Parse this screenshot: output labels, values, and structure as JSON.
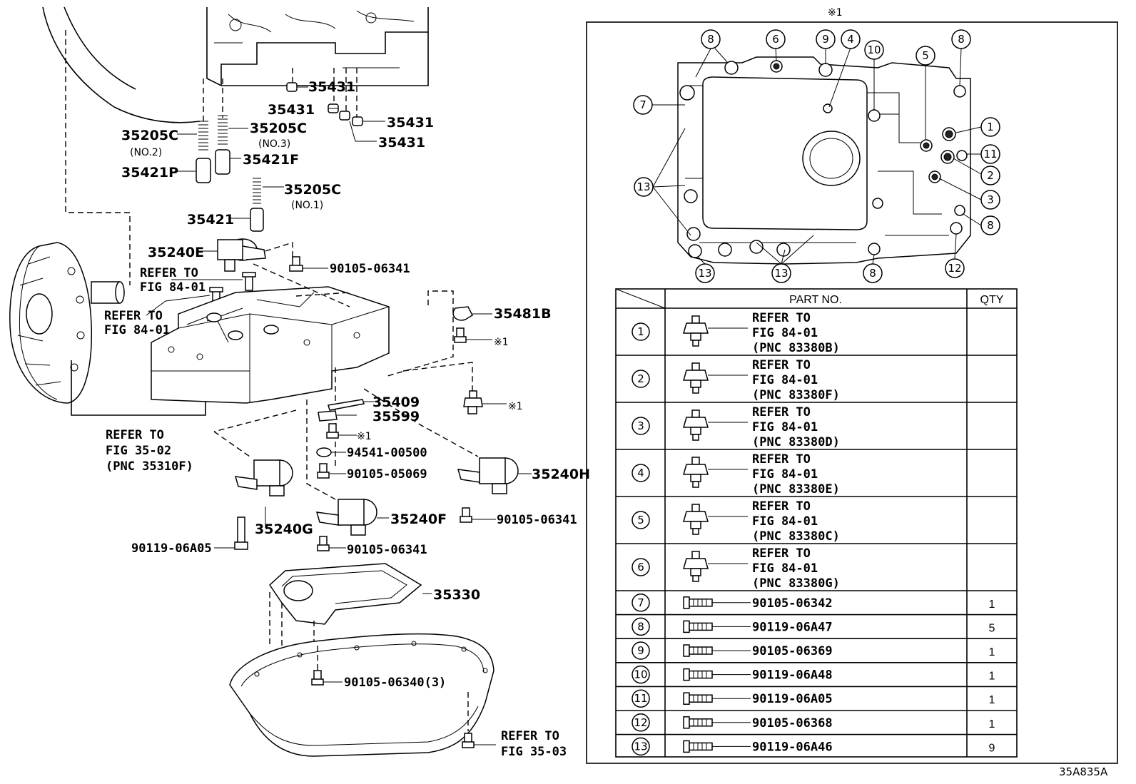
{
  "labels": {
    "p35431_a": "35431",
    "p35431_b": "35431",
    "p35431_c": "35431",
    "p35431_d": "35431",
    "p35205c_no2": "35205C",
    "no2": "(NO.2)",
    "p35205c_no3": "35205C",
    "no3": "(NO.3)",
    "p35421p": "35421P",
    "p35421f": "35421F",
    "p35205c_no1": "35205C",
    "no1": "(NO.1)",
    "p35421": "35421",
    "p35240e": "35240E",
    "b90105_06341_a": "90105-06341",
    "ref84_a_1": "REFER TO",
    "ref84_a_2": "FIG 84-01",
    "ref84_b_1": "REFER TO",
    "ref84_b_2": "FIG 84-01",
    "p35481b": "35481B",
    "star1_a": "※1",
    "star1_b": "※1",
    "star1_c": "※1",
    "p35409": "35409",
    "p35599": "35599",
    "p94541": "94541-00500",
    "b90105_05069": "90105-05069",
    "ref35_02_1": "REFER TO",
    "ref35_02_2": "FIG 35-02",
    "ref35_02_3": "(PNC 35310F)",
    "p35240h": "35240H",
    "b90105_06341_b": "90105-06341",
    "p35240g": "35240G",
    "p35240f": "35240F",
    "b90119_06a05": "90119-06A05",
    "b90105_06341_c": "90105-06341",
    "p35330": "35330",
    "b90105_06340": "90105-06340(3)",
    "ref35_03_1": "REFER TO",
    "ref35_03_2": "FIG 35-03",
    "code": "35A835A"
  },
  "inset": {
    "title": "※1",
    "callouts": [
      "8",
      "6",
      "9",
      "4",
      "10",
      "5",
      "8",
      "7",
      "1",
      "11",
      "2",
      "13",
      "3",
      "8",
      "12",
      "13",
      "13",
      "8"
    ]
  },
  "table": {
    "header_part": "PART NO.",
    "header_qty": "QTY",
    "rows": [
      {
        "no": "1",
        "l1": "REFER TO",
        "l2": "FIG 84-01",
        "l3": "(PNC 83380B)",
        "qty": ""
      },
      {
        "no": "2",
        "l1": "REFER TO",
        "l2": "FIG 84-01",
        "l3": "(PNC 83380F)",
        "qty": ""
      },
      {
        "no": "3",
        "l1": "REFER TO",
        "l2": "FIG 84-01",
        "l3": "(PNC 83380D)",
        "qty": ""
      },
      {
        "no": "4",
        "l1": "REFER TO",
        "l2": "FIG 84-01",
        "l3": "(PNC 83380E)",
        "qty": ""
      },
      {
        "no": "5",
        "l1": "REFER TO",
        "l2": "FIG 84-01",
        "l3": "(PNC 83380C)",
        "qty": ""
      },
      {
        "no": "6",
        "l1": "REFER TO",
        "l2": "FIG 84-01",
        "l3": "(PNC 83380G)",
        "qty": ""
      },
      {
        "no": "7",
        "part": "90105-06342",
        "qty": "1"
      },
      {
        "no": "8",
        "part": "90119-06A47",
        "qty": "5"
      },
      {
        "no": "9",
        "part": "90105-06369",
        "qty": "1"
      },
      {
        "no": "10",
        "part": "90119-06A48",
        "qty": "1"
      },
      {
        "no": "11",
        "part": "90119-06A05",
        "qty": "1"
      },
      {
        "no": "12",
        "part": "90105-06368",
        "qty": "1"
      },
      {
        "no": "13",
        "part": "90119-06A46",
        "qty": "9"
      }
    ]
  }
}
